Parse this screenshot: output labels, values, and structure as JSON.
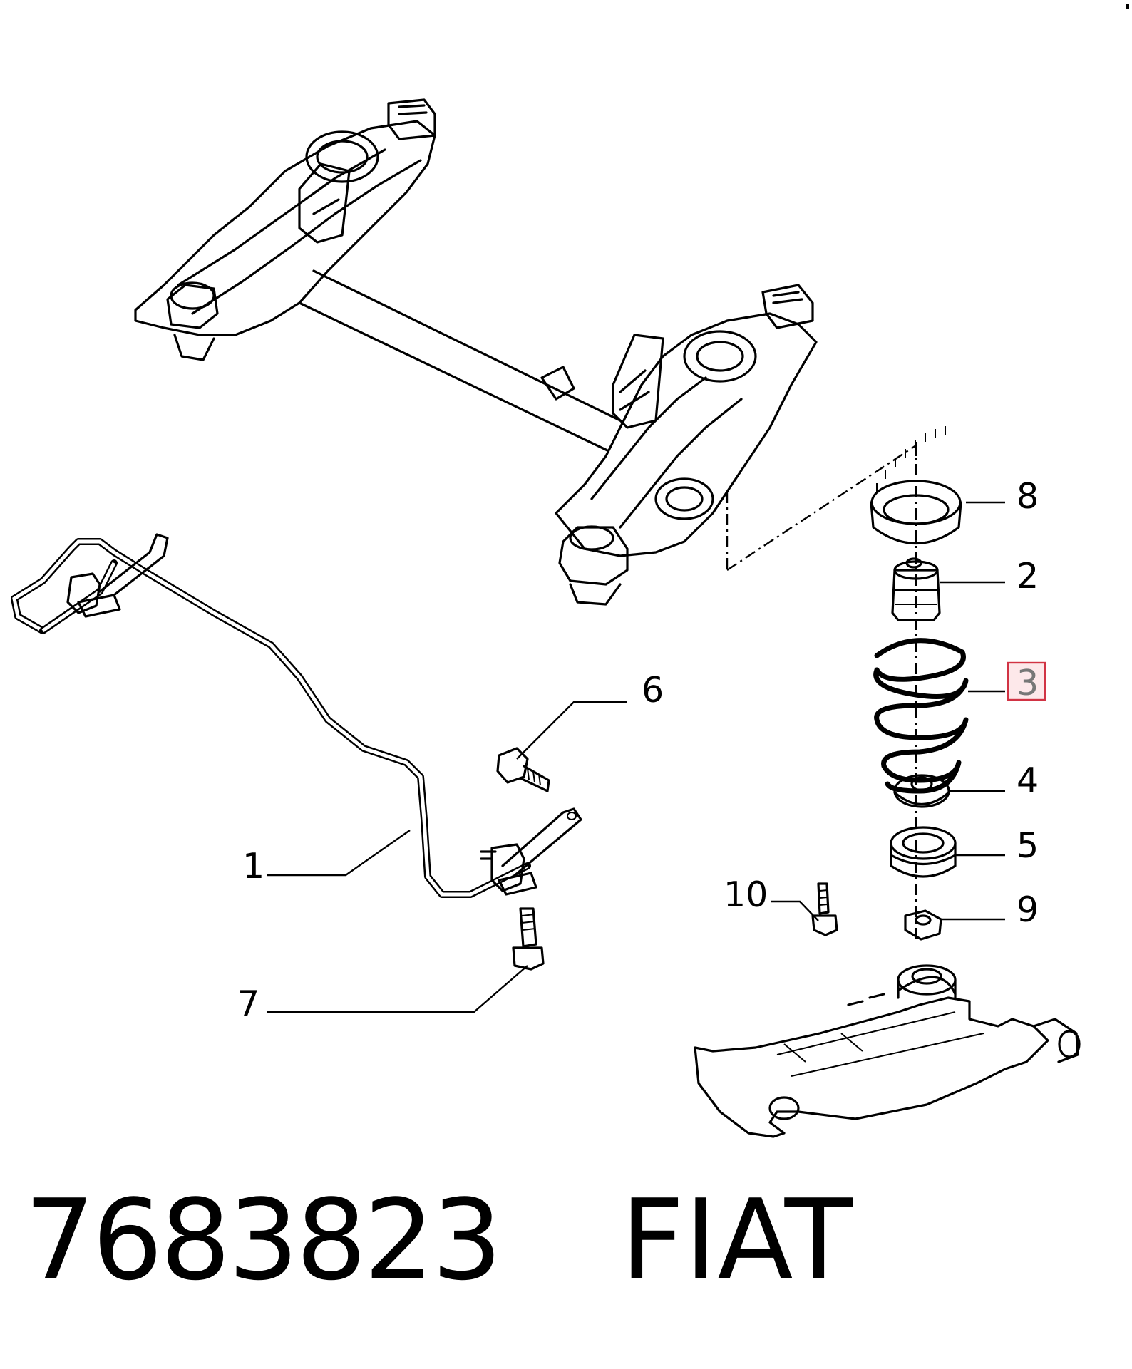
{
  "callouts": [
    "1",
    "2",
    "3",
    "4",
    "5",
    "6",
    "7",
    "8",
    "9",
    "10"
  ],
  "highlighted_callout": "3",
  "caption": {
    "part_number": "7683823",
    "brand": "FIAT"
  },
  "colors": {
    "highlight_border": "#d13344",
    "highlight_fill": "#fde8ea",
    "highlight_text": "#777777"
  }
}
